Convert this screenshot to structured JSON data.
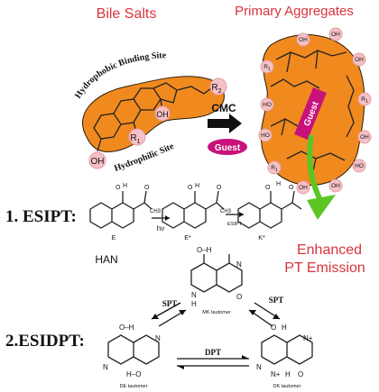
{
  "labels": {
    "bile_salts": "Bile Salts",
    "primary_aggregates": "Primary Aggregates",
    "hydrophobic_site": "Hydrophobic Binding Site",
    "hydrophilic_site": "Hydrophilic Site",
    "cmc": "CMC",
    "guest": "Guest",
    "guest_in_aggregate": "Guest",
    "esipt_heading": "1. ESIPT:",
    "esidpt_heading": "2.ESIDPT:",
    "han": "HAN",
    "enhanced_line1": "Enhanced",
    "enhanced_line2": "PT Emission"
  },
  "groups": {
    "oh": "OH",
    "r1": "R",
    "r1_sub": "1",
    "r2": "R",
    "r2_sub": "2",
    "ho": "HO",
    "r": "R",
    "r_sub": "1"
  },
  "esipt": {
    "e": "E",
    "e_star": "E*",
    "k_star": "K*",
    "hv": "hν",
    "esipt_arrow": "ESIPT",
    "o": "O",
    "h": "H",
    "ch3": "CH3"
  },
  "esidpt": {
    "mk_tautomer": "MK tautomer",
    "de_tautomer": "DE tautomer",
    "dk_tautomer": "DK tautomer",
    "spt_left": "SPT",
    "spt_right": "SPT",
    "dpt": "DPT",
    "o_h": "O–H",
    "h_o": "H–O",
    "n": "N",
    "h": "H",
    "n_plus": "N+",
    "o": "O"
  },
  "colors": {
    "molecule": "#f08a1e",
    "outline": "#2a1a0a",
    "text_red": "#d9343b",
    "guest_magenta": "#c8117a",
    "pink_bubble": "#f4c2c6",
    "green_arrow": "#5bc524"
  }
}
